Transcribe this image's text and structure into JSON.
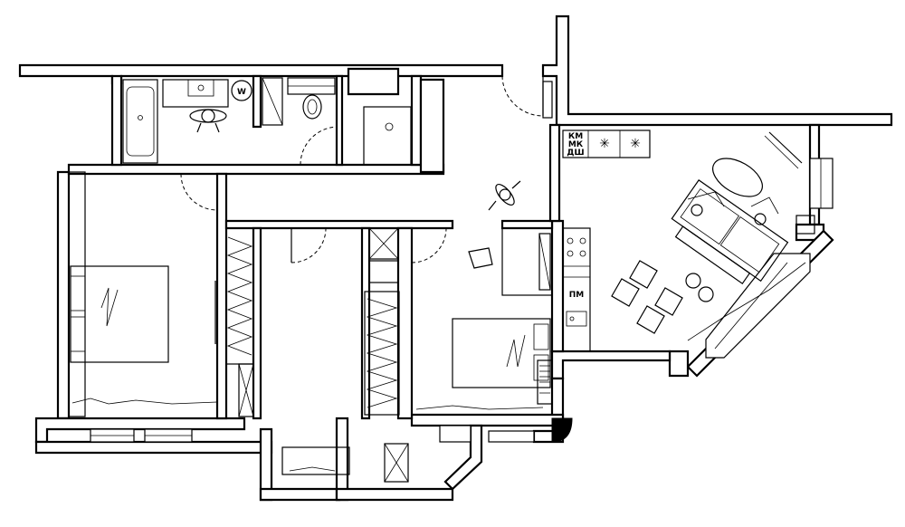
{
  "labels": {
    "washer": "W",
    "appliance_km": "КМ",
    "appliance_mk": "МК",
    "appliance_dsh": "ДШ",
    "appliance_pm": "ПМ",
    "burner_glyph": "✳"
  },
  "colors": {
    "line": "#000000",
    "background": "#ffffff"
  }
}
